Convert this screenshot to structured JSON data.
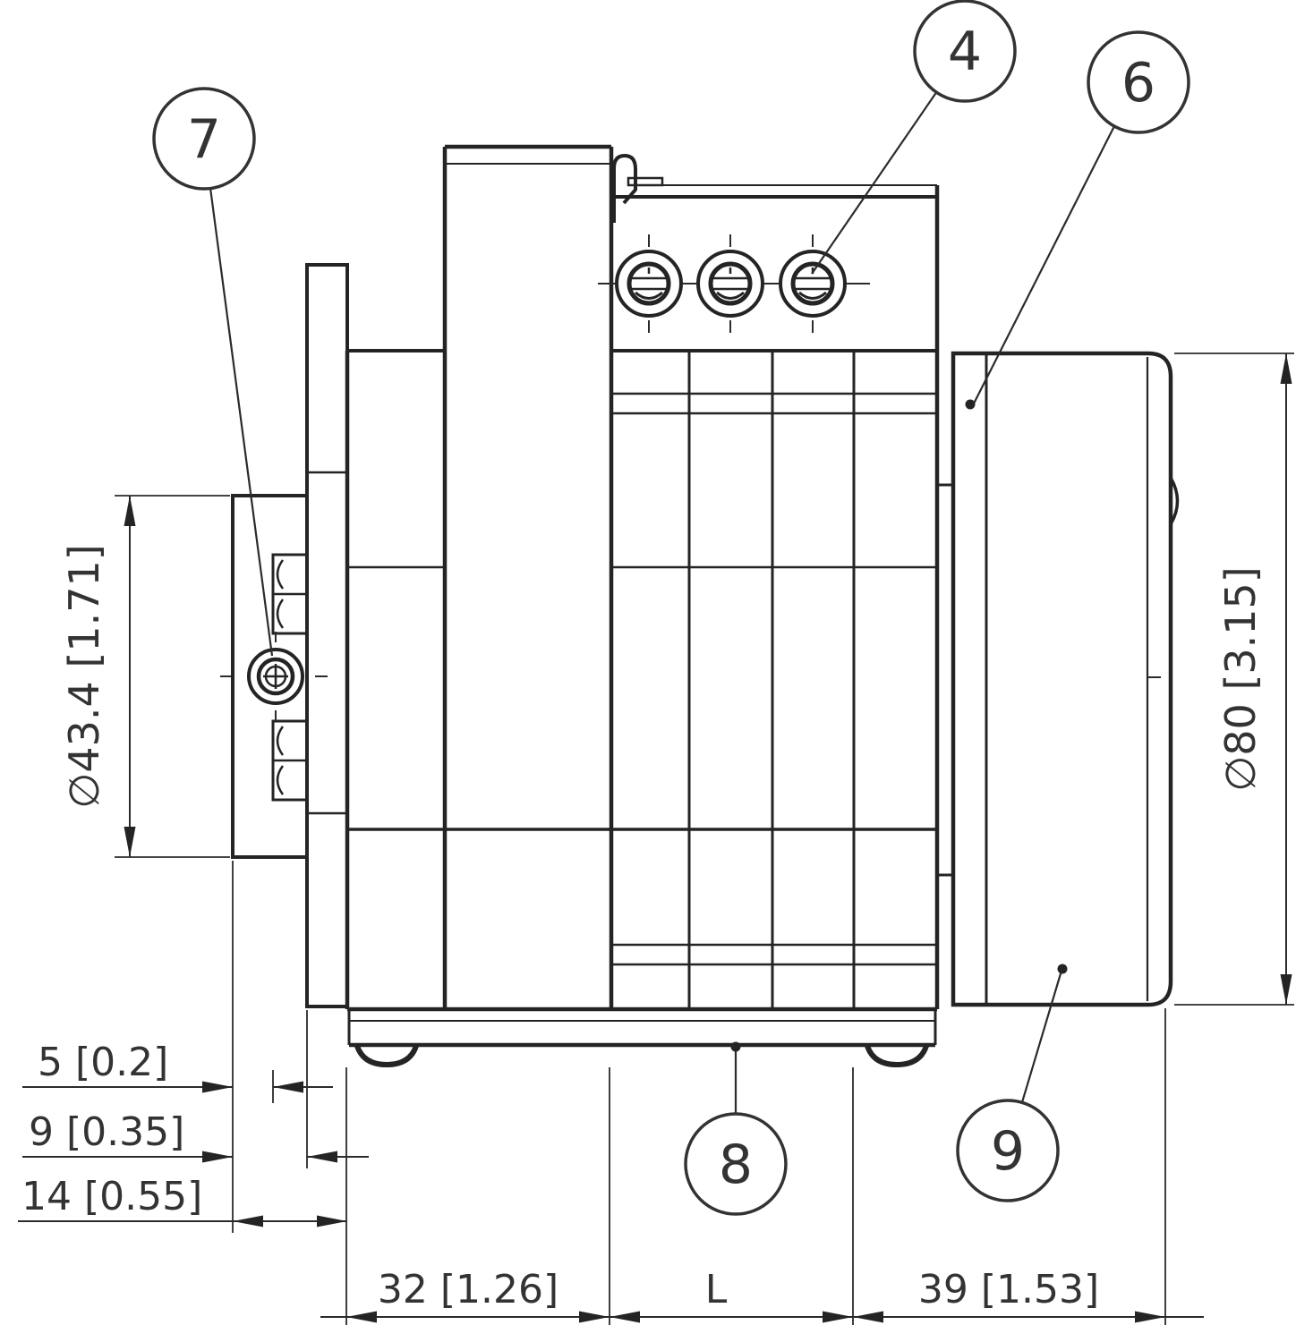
{
  "balloons": {
    "b4": "4",
    "b6": "6",
    "b7": "7",
    "b8": "8",
    "b9": "9"
  },
  "dimensions": {
    "shaft_diameter": "∅43.4 [1.71]",
    "housing_diameter": "∅80 [3.15]",
    "offset_5": "5 [0.2]",
    "offset_9": "9 [0.35]",
    "offset_14": "14 [0.55]",
    "length_front": "32 [1.26]",
    "length_mid": "L",
    "length_rear": "39 [1.53]"
  },
  "colors": {
    "line": "#242424",
    "text": "#333333",
    "background": "#ffffff"
  }
}
